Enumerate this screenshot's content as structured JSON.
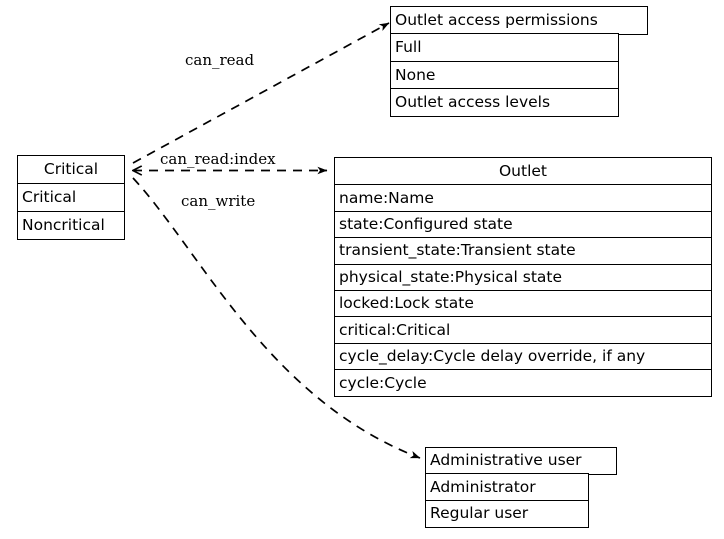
{
  "diagram": {
    "type": "entity-relationship-diagram",
    "background_color": "#ffffff",
    "line_color": "#000000",
    "text_color": "#000000",
    "nodes": [
      {
        "id": "critical",
        "title": "Critical",
        "rows": [
          "Critical",
          "Noncritical"
        ]
      },
      {
        "id": "outlet-access-permissions",
        "title": "Outlet access permissions",
        "rows": [
          "Full",
          "None",
          "Outlet access levels"
        ]
      },
      {
        "id": "outlet",
        "title": "Outlet",
        "rows": [
          "name:Name",
          "state:Configured state",
          "transient_state:Transient state",
          "physical_state:Physical state",
          "locked:Lock state",
          "critical:Critical",
          "cycle_delay:Cycle delay override, if any",
          "cycle:Cycle"
        ]
      },
      {
        "id": "administrative-user",
        "title": "Administrative user",
        "rows": [
          "Administrator",
          "Regular user"
        ]
      }
    ],
    "edges": [
      {
        "id": "can-read",
        "label": "can_read",
        "from": "critical",
        "to": "outlet-access-permissions",
        "style": "dashed",
        "arrowhead": "to"
      },
      {
        "id": "can-read-index",
        "label": "can_read:index",
        "from": "critical",
        "to": "outlet",
        "style": "dashed",
        "arrowhead": "both"
      },
      {
        "id": "can-write",
        "label": "can_write",
        "from": "critical",
        "to": "administrative-user",
        "style": "dashed",
        "arrowhead": "to"
      }
    ]
  }
}
